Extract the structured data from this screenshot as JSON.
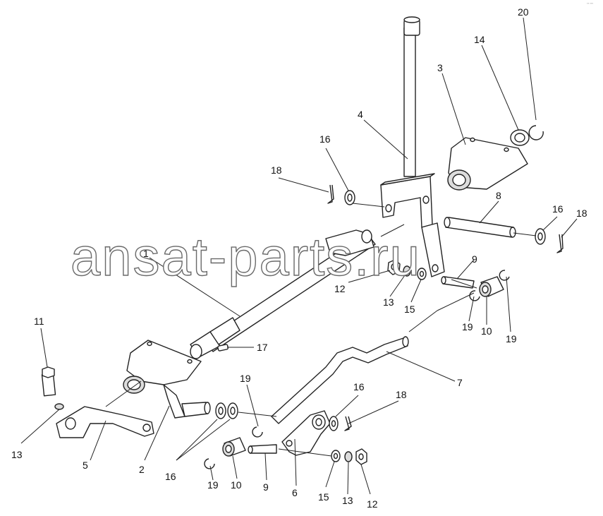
{
  "watermark": "ansat-parts.ru",
  "corner_mark": "°° °°°",
  "callouts": [
    {
      "id": "c1",
      "label": "1"
    },
    {
      "id": "c2",
      "label": "2"
    },
    {
      "id": "c3",
      "label": "3"
    },
    {
      "id": "c4",
      "label": "4"
    },
    {
      "id": "c5",
      "label": "5"
    },
    {
      "id": "c6",
      "label": "6"
    },
    {
      "id": "c7",
      "label": "7"
    },
    {
      "id": "c8",
      "label": "8"
    },
    {
      "id": "c9a",
      "label": "9"
    },
    {
      "id": "c9b",
      "label": "9"
    },
    {
      "id": "c10a",
      "label": "10"
    },
    {
      "id": "c10b",
      "label": "10"
    },
    {
      "id": "c11",
      "label": "11"
    },
    {
      "id": "c12a",
      "label": "12"
    },
    {
      "id": "c12b",
      "label": "12"
    },
    {
      "id": "c13a",
      "label": "13"
    },
    {
      "id": "c13b",
      "label": "13"
    },
    {
      "id": "c13c",
      "label": "13"
    },
    {
      "id": "c14",
      "label": "14"
    },
    {
      "id": "c15a",
      "label": "15"
    },
    {
      "id": "c15b",
      "label": "15"
    },
    {
      "id": "c16a",
      "label": "16"
    },
    {
      "id": "c16b",
      "label": "16"
    },
    {
      "id": "c16c",
      "label": "16"
    },
    {
      "id": "c16d",
      "label": "16"
    },
    {
      "id": "c17",
      "label": "17"
    },
    {
      "id": "c18a",
      "label": "18"
    },
    {
      "id": "c18b",
      "label": "18"
    },
    {
      "id": "c18c",
      "label": "18"
    },
    {
      "id": "c19a",
      "label": "19"
    },
    {
      "id": "c19b",
      "label": "19"
    },
    {
      "id": "c19c",
      "label": "19"
    },
    {
      "id": "c19d",
      "label": "19"
    },
    {
      "id": "c20",
      "label": "20"
    }
  ]
}
